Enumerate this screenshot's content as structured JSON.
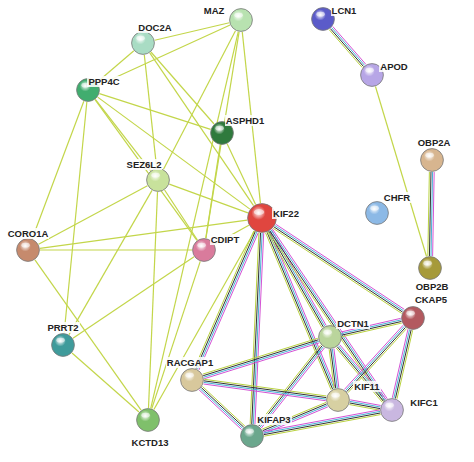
{
  "diagram": {
    "nodes": [
      {
        "text": [
          "MAZ"
        ]
      },
      {
        "text": [
          "LCN1"
        ]
      },
      {
        "text": [
          "DOC2A"
        ]
      },
      {
        "text": [
          "APOD"
        ]
      },
      {
        "text": [
          "PPP4C"
        ]
      },
      {
        "text": [
          "ASPHD1"
        ]
      },
      {
        "text": [
          "OBP2A"
        ]
      },
      {
        "text": [
          "SEZ6L2"
        ]
      },
      {
        "text": [
          "KIF22"
        ]
      },
      {
        "text": [
          "CHFR"
        ]
      },
      {
        "text": [
          "CORO1A"
        ]
      },
      {
        "text": [
          "CDIPT"
        ]
      },
      {
        "text": [
          "OBP2B"
        ]
      },
      {
        "text": [
          "CKAP5"
        ]
      },
      {
        "text": [
          "DCTN1"
        ]
      },
      {
        "text": [
          "PRRT2"
        ]
      },
      {
        "text": [
          "RACGAP1"
        ]
      },
      {
        "text": [
          "KIF11"
        ]
      },
      {
        "text": [
          "KIFC1"
        ]
      },
      {
        "text": [
          "KCTD13"
        ]
      },
      {
        "text": [
          "KIFAP3"
        ]
      }
    ],
    "edges": [
      {
        "from": 8,
        "to": 0,
        "arrow": "none"
      },
      {
        "from": 8,
        "to": 4,
        "arrow": "none"
      },
      {
        "from": 8,
        "to": 5,
        "arrow": "none"
      },
      {
        "from": 8,
        "to": 7,
        "arrow": "none"
      },
      {
        "from": 8,
        "to": 11,
        "arrow": "none"
      },
      {
        "from": 8,
        "to": 10,
        "arrow": "none"
      },
      {
        "from": 8,
        "to": 19,
        "arrow": "none"
      },
      {
        "from": 8,
        "to": 2,
        "arrow": "none"
      },
      {
        "from": 8,
        "to": 16,
        "arrow": "none"
      },
      {
        "from": 8,
        "to": 20,
        "arrow": "none"
      },
      {
        "from": 8,
        "to": 17,
        "arrow": "none"
      },
      {
        "from": 8,
        "to": 14,
        "arrow": "none"
      },
      {
        "from": 8,
        "to": 18,
        "arrow": "none"
      },
      {
        "from": 8,
        "to": 13,
        "arrow": "none"
      },
      {
        "from": 14,
        "to": 17,
        "arrow": "none"
      },
      {
        "from": 14,
        "to": 20,
        "arrow": "none"
      },
      {
        "from": 14,
        "to": 16,
        "arrow": "none"
      },
      {
        "from": 14,
        "to": 13,
        "arrow": "none"
      },
      {
        "from": 14,
        "to": 18,
        "arrow": "none"
      },
      {
        "from": 17,
        "to": 18,
        "arrow": "none"
      },
      {
        "from": 17,
        "to": 16,
        "arrow": "none"
      },
      {
        "from": 17,
        "to": 20,
        "arrow": "none"
      },
      {
        "from": 17,
        "to": 13,
        "arrow": "none"
      },
      {
        "from": 18,
        "to": 13,
        "arrow": "none"
      },
      {
        "from": 20,
        "to": 16,
        "arrow": "none"
      },
      {
        "from": 20,
        "to": 18,
        "arrow": "none"
      },
      {
        "from": 0,
        "to": 2,
        "arrow": "none"
      },
      {
        "from": 0,
        "to": 4,
        "arrow": "none"
      },
      {
        "from": 0,
        "to": 7,
        "arrow": "none"
      },
      {
        "from": 0,
        "to": 11,
        "arrow": "none"
      },
      {
        "from": 0,
        "to": 19,
        "arrow": "none"
      },
      {
        "from": 2,
        "to": 4,
        "arrow": "none"
      },
      {
        "from": 2,
        "to": 7,
        "arrow": "none"
      },
      {
        "from": 2,
        "to": 5,
        "arrow": "none"
      },
      {
        "from": 4,
        "to": 5,
        "arrow": "none"
      },
      {
        "from": 4,
        "to": 7,
        "arrow": "none"
      },
      {
        "from": 4,
        "to": 10,
        "arrow": "none"
      },
      {
        "from": 4,
        "to": 11,
        "arrow": "none"
      },
      {
        "from": 4,
        "to": 15,
        "arrow": "none"
      },
      {
        "from": 7,
        "to": 10,
        "arrow": "none"
      },
      {
        "from": 7,
        "to": 11,
        "arrow": "none"
      },
      {
        "from": 7,
        "to": 15,
        "arrow": "none"
      },
      {
        "from": 7,
        "to": 19,
        "arrow": "none"
      },
      {
        "from": 5,
        "to": 11,
        "arrow": "none"
      },
      {
        "from": 10,
        "to": 11,
        "arrow": "none"
      },
      {
        "from": 10,
        "to": 19,
        "arrow": "none"
      },
      {
        "from": 11,
        "to": 19,
        "arrow": "none"
      },
      {
        "from": 11,
        "to": 15,
        "arrow": "none"
      },
      {
        "from": 15,
        "to": 19,
        "arrow": "none"
      },
      {
        "from": 1,
        "to": 3,
        "arrow": "none"
      },
      {
        "from": 3,
        "to": 12,
        "arrow": "none"
      },
      {
        "from": 6,
        "to": 12,
        "arrow": "none"
      }
    ]
  }
}
